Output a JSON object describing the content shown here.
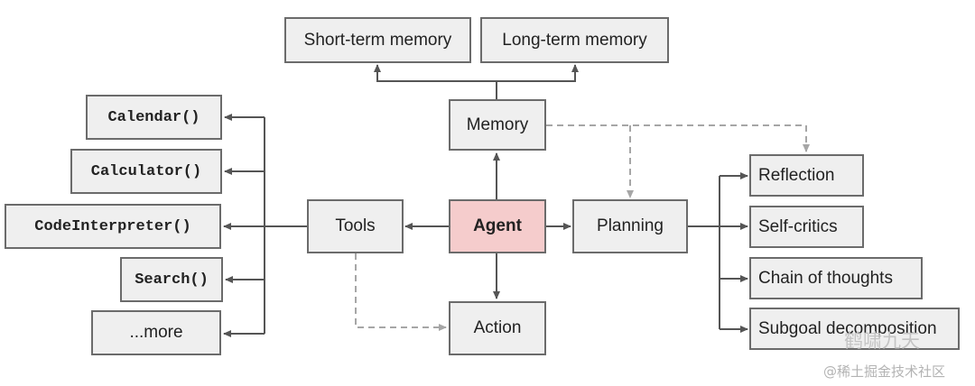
{
  "nodes": {
    "short_term_memory": "Short-term memory",
    "long_term_memory": "Long-term memory",
    "memory": "Memory",
    "agent": "Agent",
    "tools": "Tools",
    "planning": "Planning",
    "action": "Action",
    "calendar": "Calendar()",
    "calculator": "Calculator()",
    "code_interpreter": "CodeInterpreter()",
    "search": "Search()",
    "more": "...more",
    "reflection": "Reflection",
    "self_critics": "Self-critics",
    "chain_of_thoughts": "Chain of thoughts",
    "subgoal_decomposition": "Subgoal decomposition"
  },
  "colors": {
    "agent_fill": "#f5cccc",
    "box_fill": "#efefef",
    "line": "#555555",
    "dashed_line": "#a6a6a6"
  },
  "watermark": {
    "line1": "鹤啸九天",
    "line2": "@稀土掘金技术社区"
  }
}
